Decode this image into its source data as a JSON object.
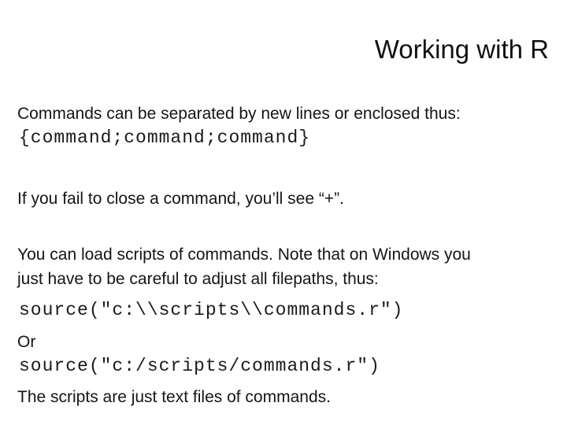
{
  "slide": {
    "title": "Working with R",
    "background_color": "#ffffff",
    "text_color": "#151515"
  },
  "body": {
    "paragraphs": [
      {
        "type": "text",
        "text": "Commands can be separated by new lines or enclosed thus:"
      },
      {
        "type": "code",
        "text": "{command;command;command}"
      },
      {
        "type": "text",
        "text": "If you fail to close a command, you’ll see “+”."
      },
      {
        "type": "text",
        "lines": [
          "You can load scripts of commands. Note that on Windows you",
          "just have to be careful to adjust all filepaths, thus:"
        ]
      },
      {
        "type": "code",
        "text": "source(\"c:\\\\scripts\\\\commands.r\")"
      },
      {
        "type": "text",
        "text": "Or"
      },
      {
        "type": "code",
        "text": "source(\"c:/scripts/commands.r\")"
      },
      {
        "type": "text",
        "text": "The scripts are just text files of commands."
      }
    ]
  }
}
